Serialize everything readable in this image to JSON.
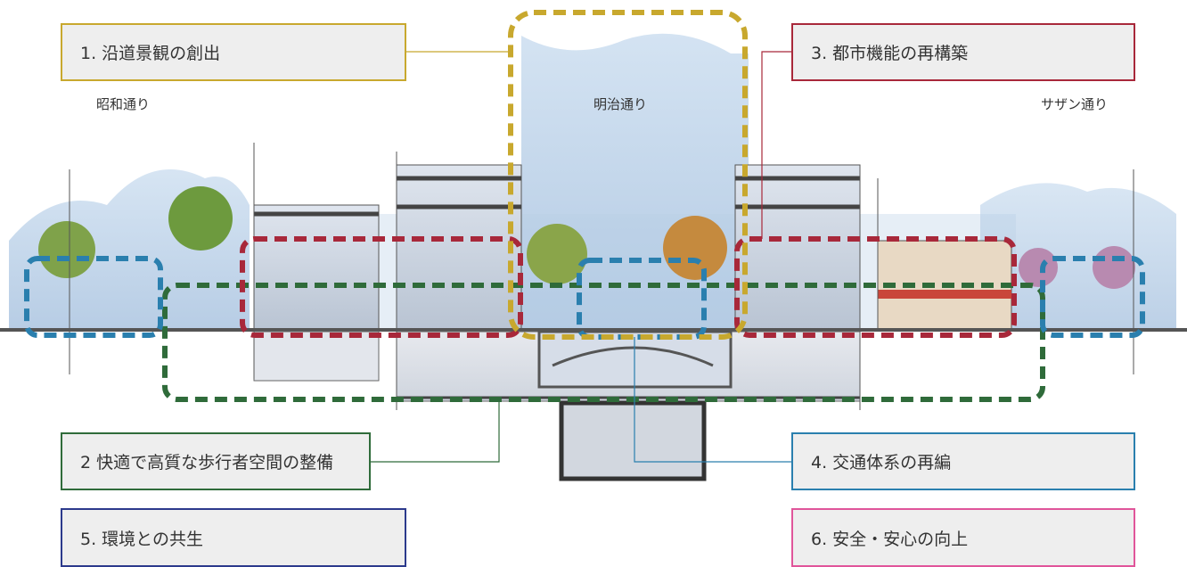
{
  "streets": {
    "left": "昭和通り",
    "center": "明治通り",
    "right": "サザン通り"
  },
  "labels": {
    "l1": "1. 沿道景観の創出",
    "l2": "2 快適で高質な歩行者空間の整備",
    "l3": "3. 都市機能の再構築",
    "l4": "4. 交通体系の再編",
    "l5": "5. 環境との共生",
    "l6": "6. 安全・安心の向上"
  },
  "colors": {
    "l1": "#c8a82e",
    "l2": "#2f6b3a",
    "l3": "#a8283a",
    "l4": "#2a7fae",
    "l5": "#2c3a8c",
    "l6": "#e0559a"
  }
}
